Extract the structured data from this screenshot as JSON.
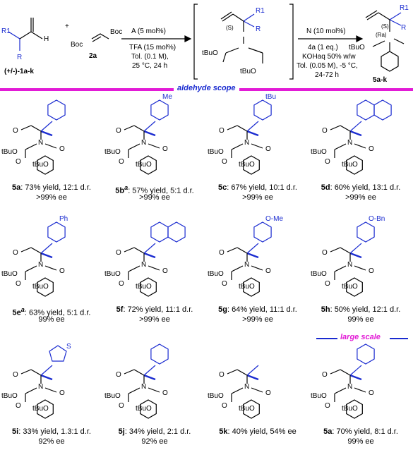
{
  "scheme": {
    "reactant1_r1": "R1",
    "reactant1_r": "R",
    "reactant1_h": "H",
    "reactant1_label": "(+/-)-1a-k",
    "plus": "+",
    "reactant2_boc_left": "Boc",
    "reactant2_boc_right": "Boc",
    "reactant2_label": "2a",
    "step1_catalyst": "A (5 mol%)",
    "step1_additive": "TFA (15 mol%)",
    "step1_solvent": "Tol. (0.1 M),",
    "step1_conditions": "25 °C, 24 h",
    "intermediate_stereo": "(S)",
    "intermediate_r1": "R1",
    "intermediate_r": "R",
    "intermediate_group_a": "tBuO",
    "intermediate_group_b": "tBuO",
    "step2_catalyst": "N (10 mol%)",
    "step2_reagent": "4a (1 eq.)",
    "step2_base": "KOHaq 50% w/w",
    "step2_solvent": "Tol. (0.05 M), -5 °C,",
    "step2_time": "24-72 h",
    "product_stereo_n": "(Ra)",
    "product_stereo_c": "(S)",
    "product_r1": "R1",
    "product_r": "R",
    "product_group": "tBuO",
    "product_label": "5a-k"
  },
  "section_title": "aldehyde scope",
  "large_scale_label": "large scale",
  "atom_labels": {
    "o": "O",
    "n": "N",
    "tbuo": "tBuO",
    "me": "Me",
    "tbu": "tBu",
    "ph": "Ph",
    "ome": "O-Me",
    "obn": "O-Bn",
    "s": "S"
  },
  "products": [
    {
      "id": "5a",
      "sup": "",
      "line1": ": 73% yield, 12:1 d.r.",
      "line2": ">99% ee"
    },
    {
      "id": "5b",
      "sup": "a",
      "line1": ": 57% yield, 5:1 d.r.",
      "line2": ">99% ee"
    },
    {
      "id": "5c",
      "sup": "",
      "line1": ": 67% yield, 10:1 d.r.",
      "line2": ">99% ee"
    },
    {
      "id": "5d",
      "sup": "",
      "line1": ": 60% yield, 13:1 d.r.",
      "line2": ">99% ee"
    },
    {
      "id": "5e",
      "sup": "a",
      "line1": ": 63% yield, 5:1 d.r.",
      "line2": "99% ee"
    },
    {
      "id": "5f",
      "sup": "",
      "line1": ": 72% yield, 11:1 d.r.",
      "line2": ">99% ee"
    },
    {
      "id": "5g",
      "sup": "",
      "line1": ": 64% yield, 11:1 d.r.",
      "line2": ">99% ee"
    },
    {
      "id": "5h",
      "sup": "",
      "line1": ": 50% yield, 12:1 d.r.",
      "line2": "99% ee"
    },
    {
      "id": "5i",
      "sup": "",
      "line1": ": 33% yield, 1.3:1 d.r.",
      "line2": "92% ee"
    },
    {
      "id": "5j",
      "sup": "",
      "line1": ": 34% yield, 2:1 d.r.",
      "line2": "92% ee"
    },
    {
      "id": "5k",
      "sup": "",
      "line1": ": 40% yield, 54% ee",
      "line2": ""
    },
    {
      "id": "5a",
      "sup": "",
      "line1": ": 70% yield, 8:1 d.r.",
      "line2": "99% ee"
    }
  ],
  "colors": {
    "band": "#e21bd6",
    "accent": "#1a2bd0",
    "bond": "#000000"
  }
}
